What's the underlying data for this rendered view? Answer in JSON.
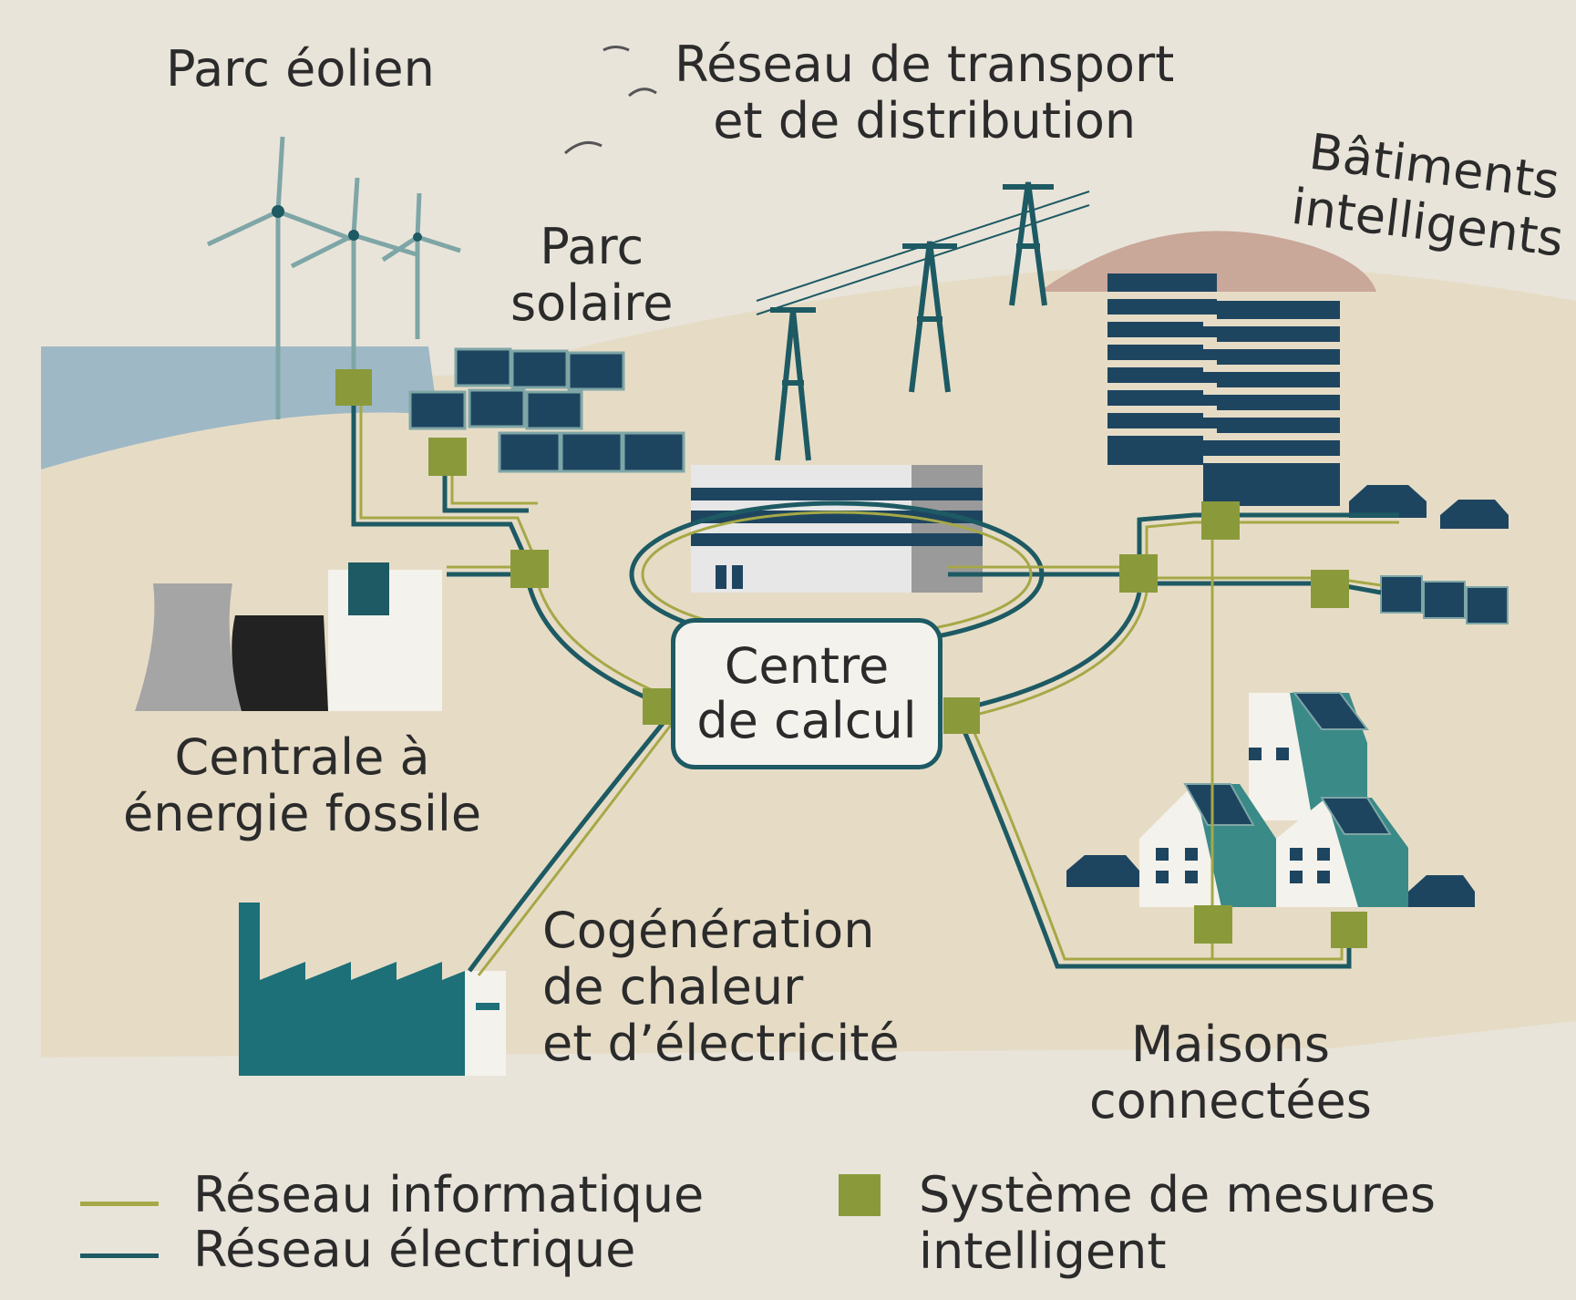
{
  "labels": {
    "wind_farm": "Parc éolien",
    "transport_line1": "Réseau de transport",
    "transport_line2": "et de distribution",
    "smart_buildings_line1": "Bâtiments",
    "smart_buildings_line2": "intelligents",
    "solar_farm_line1": "Parc",
    "solar_farm_line2": "solaire",
    "calc_center_line1": "Centre",
    "calc_center_line2": "de calcul",
    "fossil_plant_line1": "Centrale à",
    "fossil_plant_line2": "énergie fossile",
    "cogeneration_line1": "Cogénération",
    "cogeneration_line2": "de chaleur",
    "cogeneration_line3": "et d’électricité",
    "houses_line1": "Maisons",
    "houses_line2": "connectées"
  },
  "legend": {
    "it_network": "Réseau informatique",
    "electric_network": "Réseau électrique",
    "smart_meter_line1": "Système de mesures",
    "smart_meter_line2": "intelligent"
  },
  "colors": {
    "background": "#e9e4da",
    "ground": "#e6dcc6",
    "sea": "#9fb8c6",
    "teal": "#1d5a63",
    "it_line": "#a6a847",
    "meter": "#8a9a3b",
    "dark": "#1e4560"
  }
}
